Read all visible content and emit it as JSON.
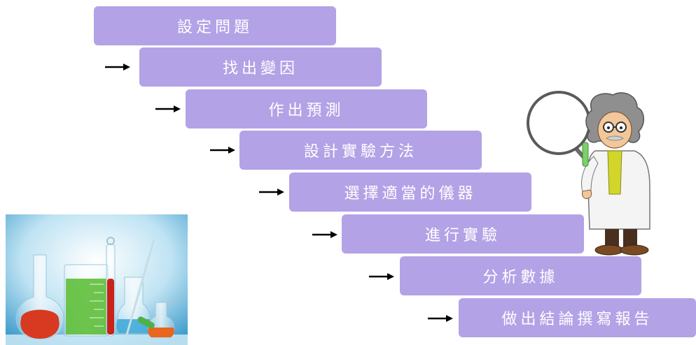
{
  "steps": [
    {
      "label": "設定問題"
    },
    {
      "label": "找出變因"
    },
    {
      "label": "作出預測"
    },
    {
      "label": "設計實驗方法"
    },
    {
      "label": "選擇適當的儀器"
    },
    {
      "label": "進行實驗"
    },
    {
      "label": "分析數據"
    },
    {
      "label": "做出結論撰寫報告"
    }
  ],
  "colors": {
    "step_fill": "#b3a2e6",
    "step_text": "#ffffff",
    "arrow": "#000000"
  },
  "icons": {
    "lab_photo": "laboratory-glassware-icon",
    "character": "scientist-with-magnifying-glass-icon"
  }
}
